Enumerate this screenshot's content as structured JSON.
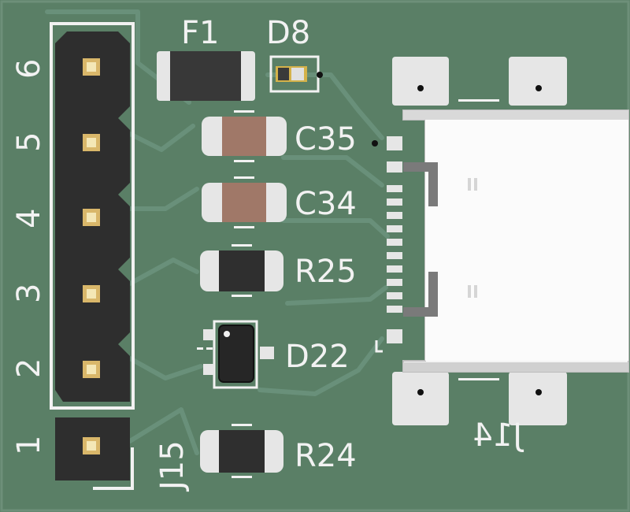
{
  "board": {
    "colors": {
      "solder_mask": "#5a7f66",
      "trace": "#69907a",
      "silkscreen": "#f2f2f2",
      "pad_silver": "#e6e6e6",
      "pad_gold": "#d9b76a",
      "header_body": "#2e2e2e",
      "capacitor_body": "#a07868",
      "resistor_body": "#2f2f2f"
    },
    "header": {
      "designator": "J15",
      "pins": [
        "1",
        "2",
        "3",
        "4",
        "5",
        "6"
      ]
    },
    "labels": {
      "fuse": "F1",
      "led": "D8",
      "cap_top": "C35",
      "cap_bottom": "C34",
      "resistor_top": "R25",
      "diode_array": "D22",
      "resistor_bottom": "R24",
      "usb_connector": "J14"
    }
  }
}
